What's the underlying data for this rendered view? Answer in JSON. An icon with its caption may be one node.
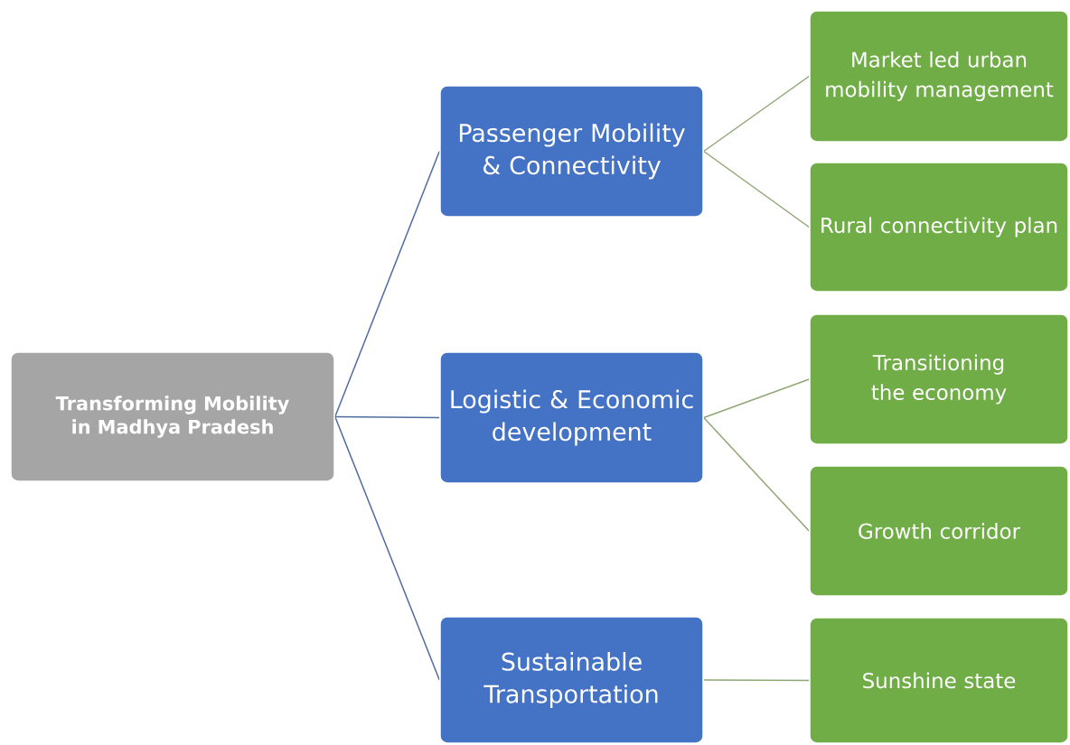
{
  "diagram": {
    "nodes": [
      {
        "text": [
          "Transforming Mobility in Madhya Pradesh"
        ]
      },
      {
        "text": [
          "Passenger Mobility & Connectivity"
        ]
      },
      {
        "text": [
          "Logistic & Economic development"
        ]
      },
      {
        "text": [
          "Sustainable Transportation"
        ]
      },
      {
        "text": [
          "Market led urban mobility management"
        ]
      },
      {
        "text": [
          "Rural connectivity plan"
        ]
      },
      {
        "text": [
          "Transitioning the economy"
        ]
      },
      {
        "text": [
          "Growth corridor"
        ]
      },
      {
        "text": [
          "Sunshine state"
        ]
      }
    ],
    "edges": [
      {
        "from": 0,
        "to": 1,
        "arrow": "none",
        "color": "#4f6c9e"
      },
      {
        "from": 0,
        "to": 2,
        "arrow": "none",
        "color": "#4f6c9e"
      },
      {
        "from": 0,
        "to": 3,
        "arrow": "none",
        "color": "#4f6c9e"
      },
      {
        "from": 1,
        "to": 4,
        "arrow": "none"
      },
      {
        "from": 1,
        "to": 5,
        "arrow": "none"
      },
      {
        "from": 2,
        "to": 6,
        "arrow": "none"
      },
      {
        "from": 2,
        "to": 7,
        "arrow": "none"
      },
      {
        "from": 3,
        "to": 8,
        "arrow": "none"
      }
    ]
  }
}
